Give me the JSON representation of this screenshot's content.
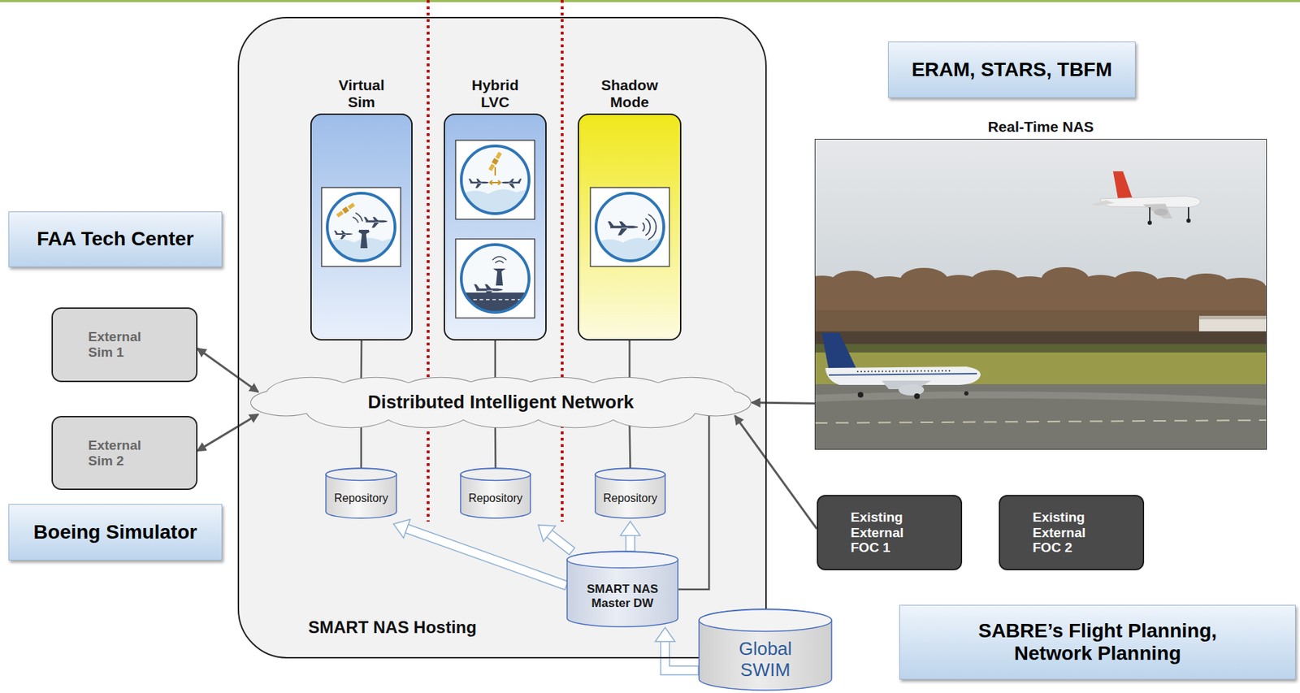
{
  "diagram": {
    "nodes": [
      {
        "text": [
          "SMART NAS Hosting"
        ]
      },
      {
        "text": [
          "Virtual Sim"
        ],
        "in": 0
      },
      {
        "text": [
          "Hybrid LVC"
        ],
        "in": 0
      },
      {
        "text": [
          "Shadow Mode"
        ],
        "in": 0
      },
      {
        "text": [
          "Distributed Intelligent Network"
        ],
        "in": 0
      },
      {
        "text": [
          "Repository"
        ],
        "in": 0
      },
      {
        "text": [
          "Repository"
        ],
        "in": 0
      },
      {
        "text": [
          "Repository"
        ],
        "in": 0
      },
      {
        "text": [
          "SMART NAS Master DW"
        ],
        "in": 0
      },
      {
        "text": [
          "Global SWIM"
        ]
      },
      {
        "text": [
          "External Sim 1"
        ]
      },
      {
        "text": [
          "External Sim 2"
        ]
      },
      {
        "text": [
          "FAA Tech Center"
        ]
      },
      {
        "text": [
          "Boeing Simulator"
        ]
      },
      {
        "text": [
          "ERAM, STARS, TBFM"
        ]
      },
      {
        "text": [
          "Real-Time NAS"
        ]
      },
      {
        "text": [
          "Existing External FOC 1"
        ]
      },
      {
        "text": [
          "Existing External FOC 2"
        ]
      },
      {
        "text": [
          "SABRE’s Flight Planning, Network Planning"
        ]
      }
    ],
    "edges": [
      {
        "from": 1,
        "to": 4,
        "arrow": "none"
      },
      {
        "from": 2,
        "to": 4,
        "arrow": "none"
      },
      {
        "from": 3,
        "to": 4,
        "arrow": "none"
      },
      {
        "from": 4,
        "to": 5,
        "arrow": "none"
      },
      {
        "from": 4,
        "to": 6,
        "arrow": "none"
      },
      {
        "from": 4,
        "to": 7,
        "arrow": "none"
      },
      {
        "from": 8,
        "to": 4,
        "arrow": "none"
      },
      {
        "from": 8,
        "to": 5,
        "arrow": "to"
      },
      {
        "from": 8,
        "to": 6,
        "arrow": "to"
      },
      {
        "from": 8,
        "to": 7,
        "arrow": "to"
      },
      {
        "from": 9,
        "to": 8,
        "arrow": "to"
      },
      {
        "from": 10,
        "to": 4,
        "arrow": "both"
      },
      {
        "from": 11,
        "to": 4,
        "arrow": "both"
      },
      {
        "from": 15,
        "to": 4,
        "arrow": "to"
      },
      {
        "from": 16,
        "to": 4,
        "arrow": "to"
      }
    ]
  }
}
